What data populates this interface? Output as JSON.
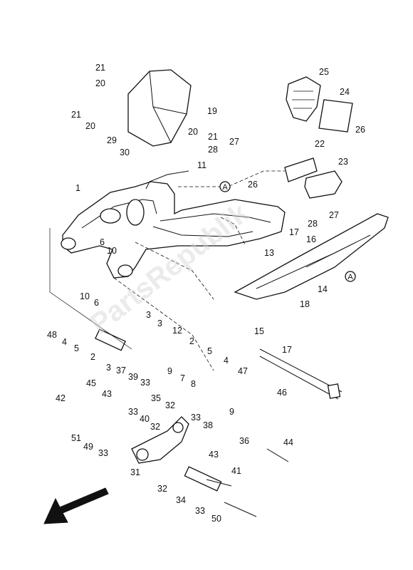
{
  "diagram": {
    "reference_marker": "A",
    "watermark": "PartsRepublik",
    "callouts": [
      "21",
      "20",
      "19",
      "21",
      "20",
      "20",
      "21",
      "29",
      "30",
      "28",
      "27",
      "11",
      "25",
      "24",
      "26",
      "22",
      "23",
      "26",
      "1",
      "28",
      "27",
      "17",
      "16",
      "13",
      "6",
      "10",
      "14",
      "10",
      "6",
      "18",
      "48",
      "3",
      "3",
      "12",
      "2",
      "15",
      "17",
      "4",
      "5",
      "2",
      "5",
      "4",
      "47",
      "3",
      "46",
      "37",
      "39",
      "9",
      "45",
      "33",
      "7",
      "43",
      "35",
      "8",
      "42",
      "32",
      "33",
      "40",
      "33",
      "9",
      "51",
      "49",
      "32",
      "38",
      "33",
      "36",
      "44",
      "31",
      "43",
      "32",
      "34",
      "41",
      "33",
      "50"
    ]
  }
}
